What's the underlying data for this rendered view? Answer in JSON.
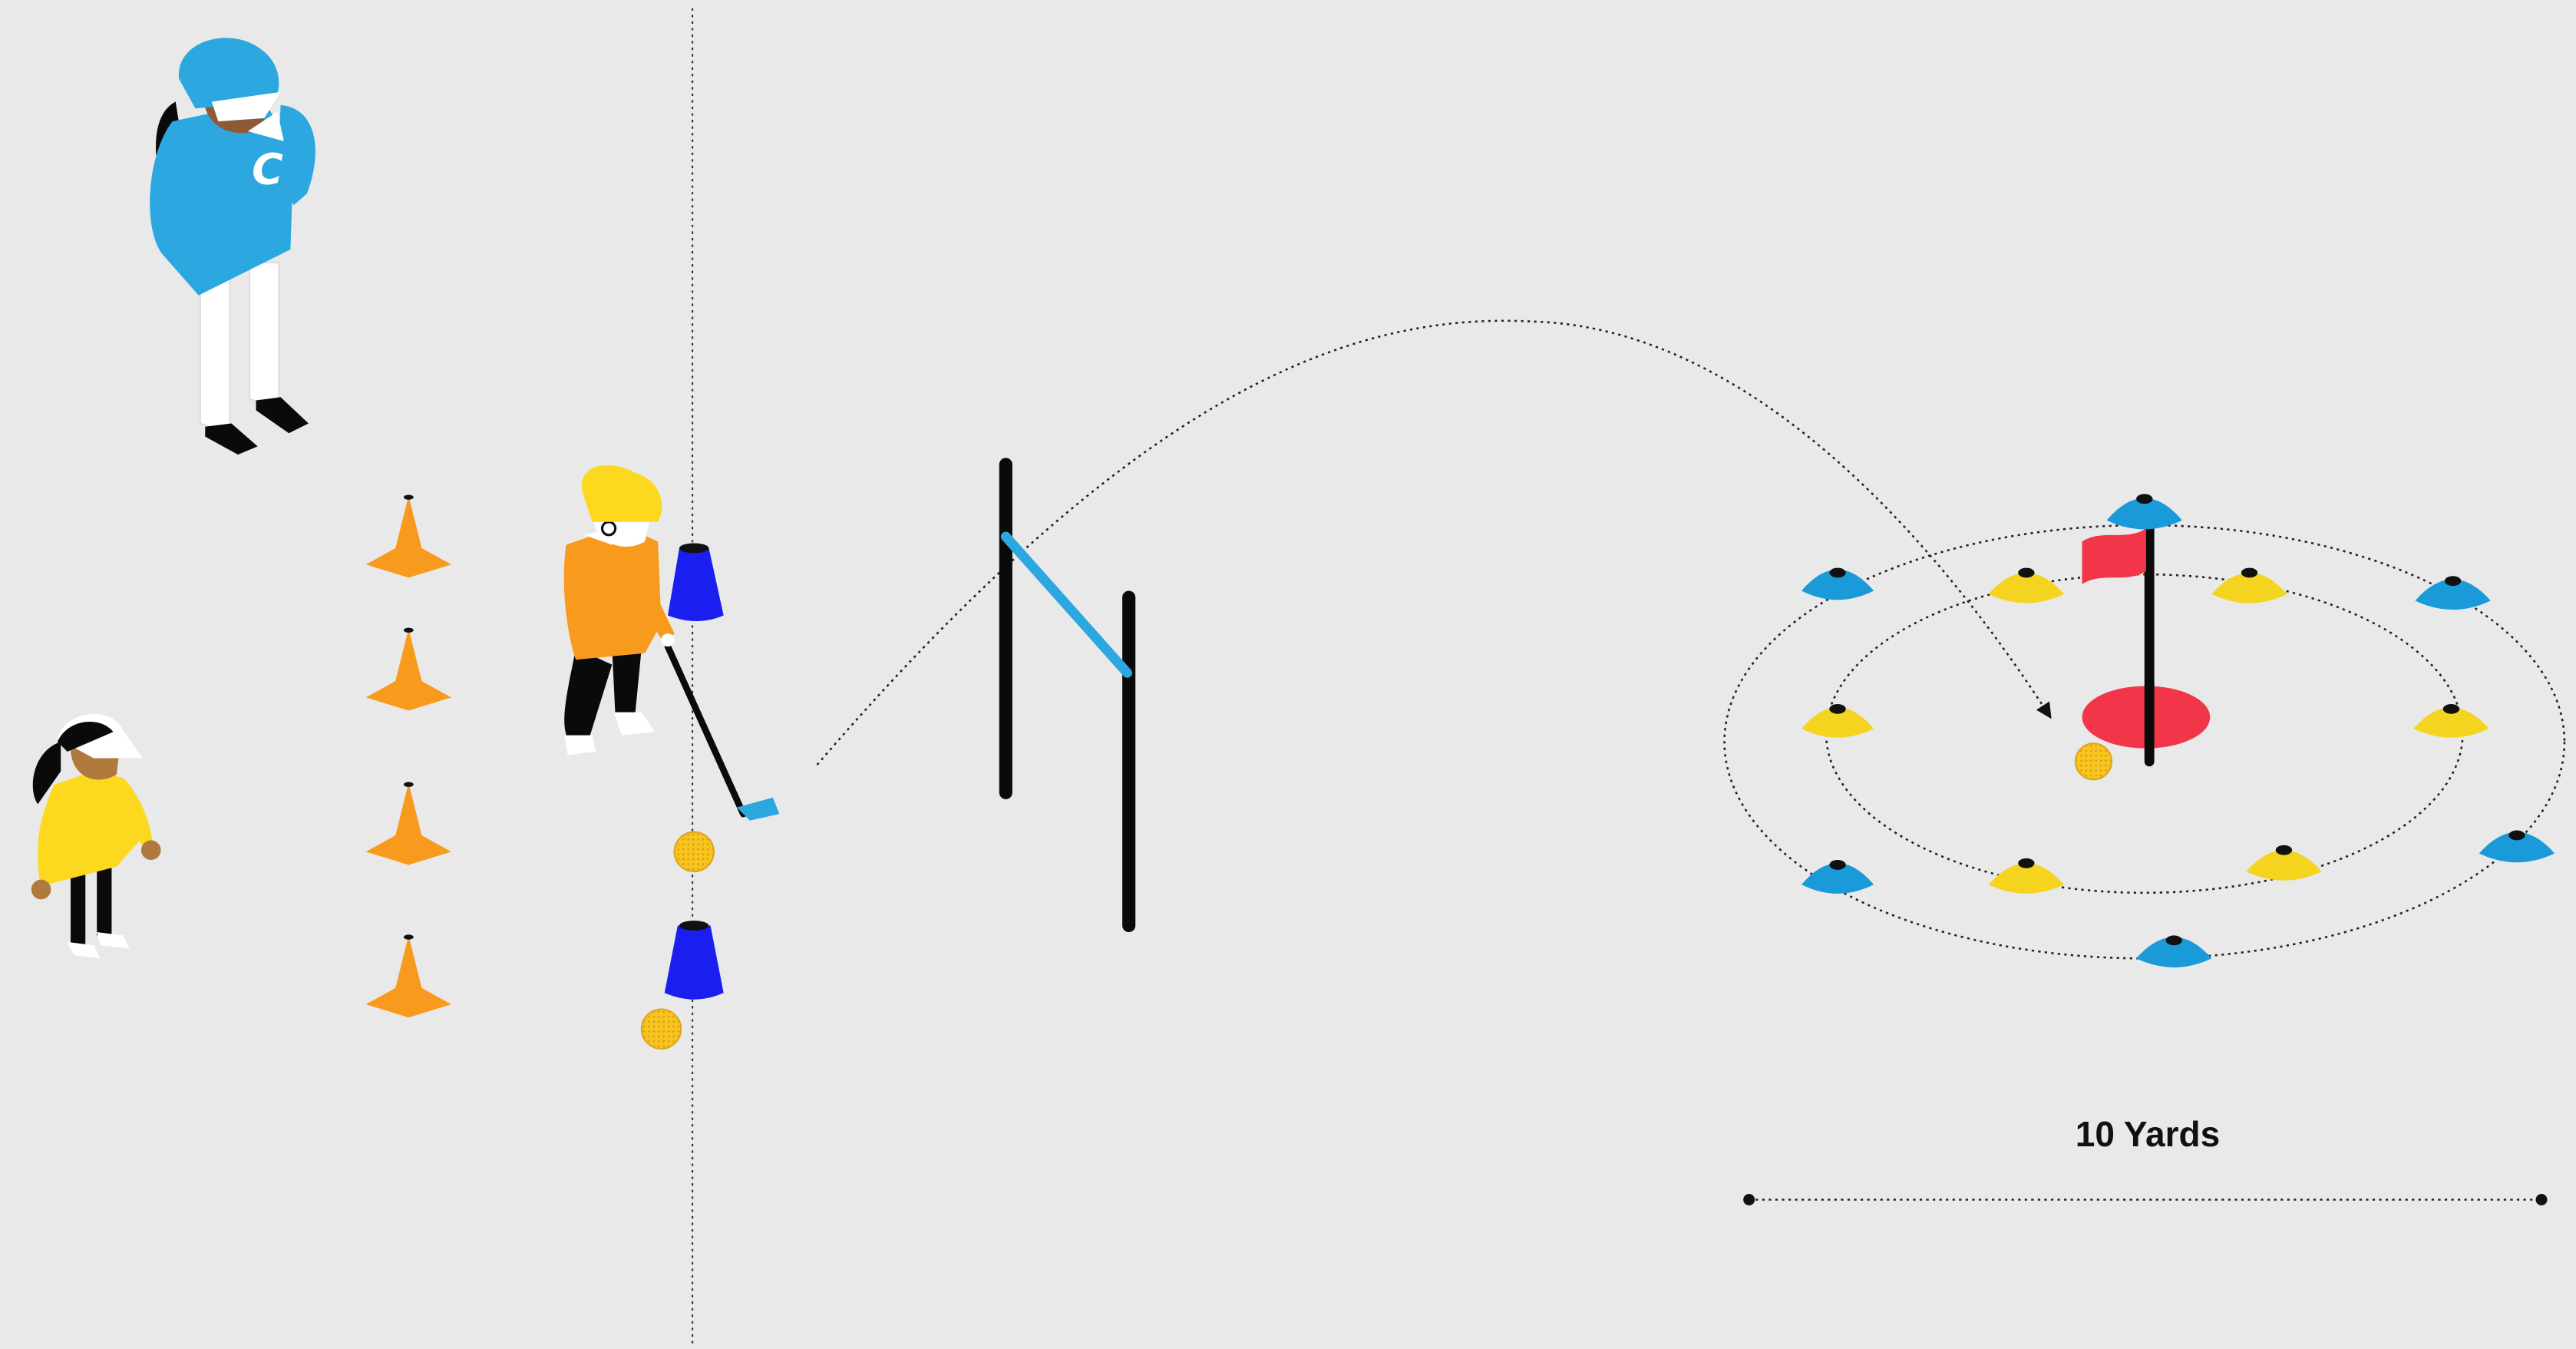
{
  "scale": {
    "label": "10 Yards"
  },
  "coach": {
    "shirt_letter": "C"
  },
  "colors": {
    "background": "#e9e9e9",
    "cone_orange": "#f79a1e",
    "cup_blue": "#1a1ff0",
    "dome_blue": "#1a9ad9",
    "dome_yellow": "#f5d41f",
    "flag_red": "#f2364a",
    "pole_black": "#0a0a0a",
    "ball_yellow": "#f2bc1b",
    "coach_blue": "#2da7e0",
    "player_orange": "#f79a1e",
    "player_yellow": "#fcd91e"
  },
  "icons": [
    "coach-figure",
    "golfer-figure",
    "waiting-player-figure",
    "traffic-cone-icon",
    "blue-cup-cone-icon",
    "dome-marker-icon",
    "golf-ball-icon",
    "flag-icon",
    "goalpost-icon",
    "golf-club-icon"
  ]
}
